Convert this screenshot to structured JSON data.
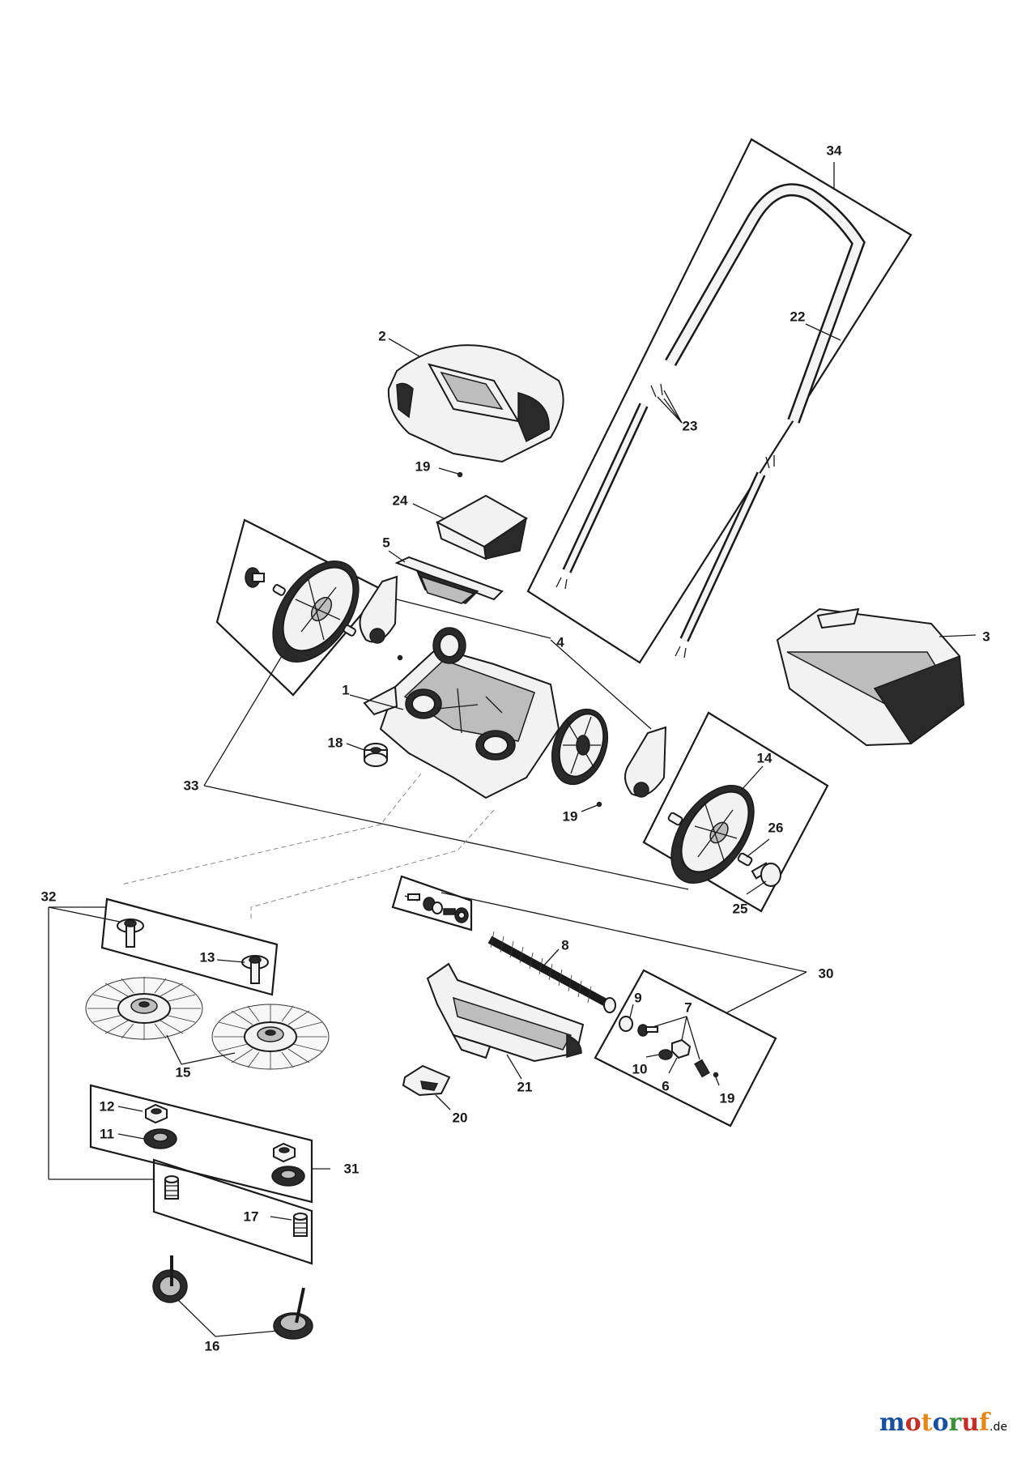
{
  "diagram": {
    "part_numbers": [
      "1",
      "2",
      "3",
      "4",
      "5",
      "6",
      "7",
      "8",
      "9",
      "10",
      "11",
      "12",
      "13",
      "14",
      "15",
      "16",
      "17",
      "18",
      "19",
      "20",
      "21",
      "22",
      "23",
      "24",
      "25",
      "26",
      "30",
      "31",
      "32",
      "33",
      "34"
    ],
    "callouts": {
      "n1": "1",
      "n2": "2",
      "n3": "3",
      "n4": "4",
      "n5": "5",
      "n6": "6",
      "n7": "7",
      "n8": "8",
      "n9": "9",
      "n10": "10",
      "n11": "11",
      "n12": "12",
      "n13": "13",
      "n14": "14",
      "n15": "15",
      "n16": "16",
      "n17": "17",
      "n18": "18",
      "n19a": "19",
      "n19b": "19",
      "n19c": "19",
      "n20": "20",
      "n21": "21",
      "n22": "22",
      "n23": "23",
      "n24": "24",
      "n25": "25",
      "n26": "26",
      "n30": "30",
      "n31": "31",
      "n32": "32",
      "n33": "33",
      "n34": "34"
    }
  },
  "watermark": {
    "brand": "motoruf",
    "domain": ".de"
  },
  "colors": {
    "line": "#1a1a1a",
    "fill": "#f2f2f2",
    "brand_blue": "#1a4f9c",
    "brand_red": "#c0302b",
    "brand_green": "#3f8f3a",
    "brand_orange": "#e08a1e"
  }
}
